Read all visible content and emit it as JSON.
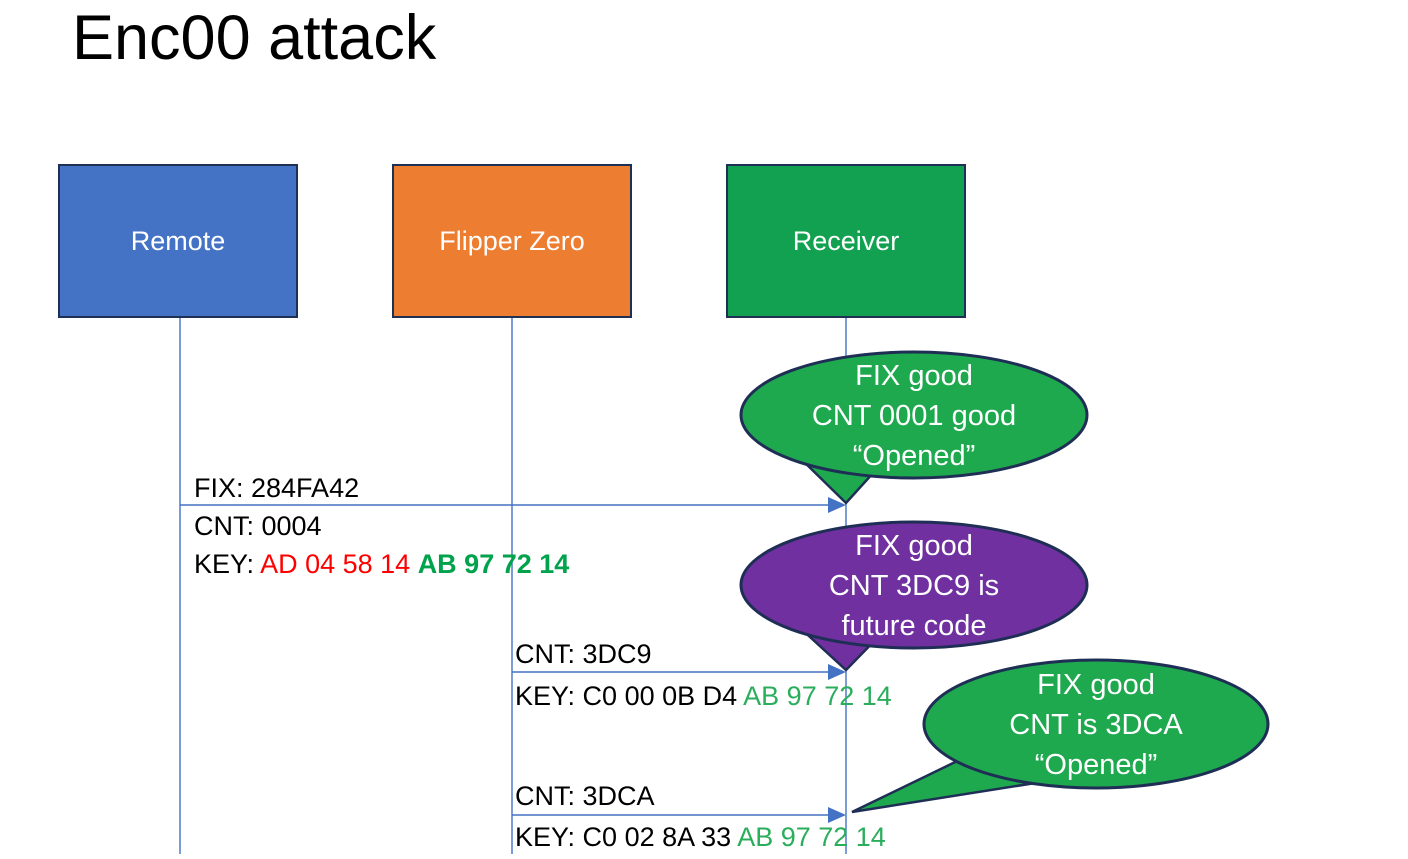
{
  "title": "Enc00 attack",
  "actors": {
    "remote": "Remote",
    "flipper": "Flipper Zero",
    "receiver": "Receiver"
  },
  "messages": {
    "msg1": {
      "fix": "FIX: 284FA42",
      "cnt": "CNT: 0004",
      "key_label": "KEY: ",
      "key_red": "AD 04 58 14 ",
      "key_green": "AB 97 72 14"
    },
    "msg2": {
      "cnt": "CNT: 3DC9",
      "key_label": "KEY: ",
      "key_black": "C0 00 0B D4 ",
      "key_green": "AB 97 72 14"
    },
    "msg3": {
      "cnt": "CNT: 3DCA",
      "key_label": "KEY: ",
      "key_black": "C0 02 8A 33 ",
      "key_green": "AB 97 72 14"
    }
  },
  "callouts": {
    "c1": {
      "line1": "FIX good",
      "line2": "CNT 0001 good",
      "line3": "“Opened”"
    },
    "c2": {
      "line1": "FIX good",
      "line2": "CNT 3DC9 is",
      "line3": "future code"
    },
    "c3": {
      "line1": "FIX good",
      "line2": "CNT is 3DCA",
      "line3": "“Opened”"
    }
  },
  "colors": {
    "actor_blue": "#4472C4",
    "actor_orange": "#ED7D31",
    "actor_green": "#12A150",
    "callout_green": "#1FA94F",
    "callout_purple": "#7030A0",
    "outline_navy": "#1F2E55",
    "line_blue": "#4472C4",
    "key_red": "#FF0000",
    "key_green_bold": "#00A24C",
    "key_green": "#2BAE5C"
  }
}
